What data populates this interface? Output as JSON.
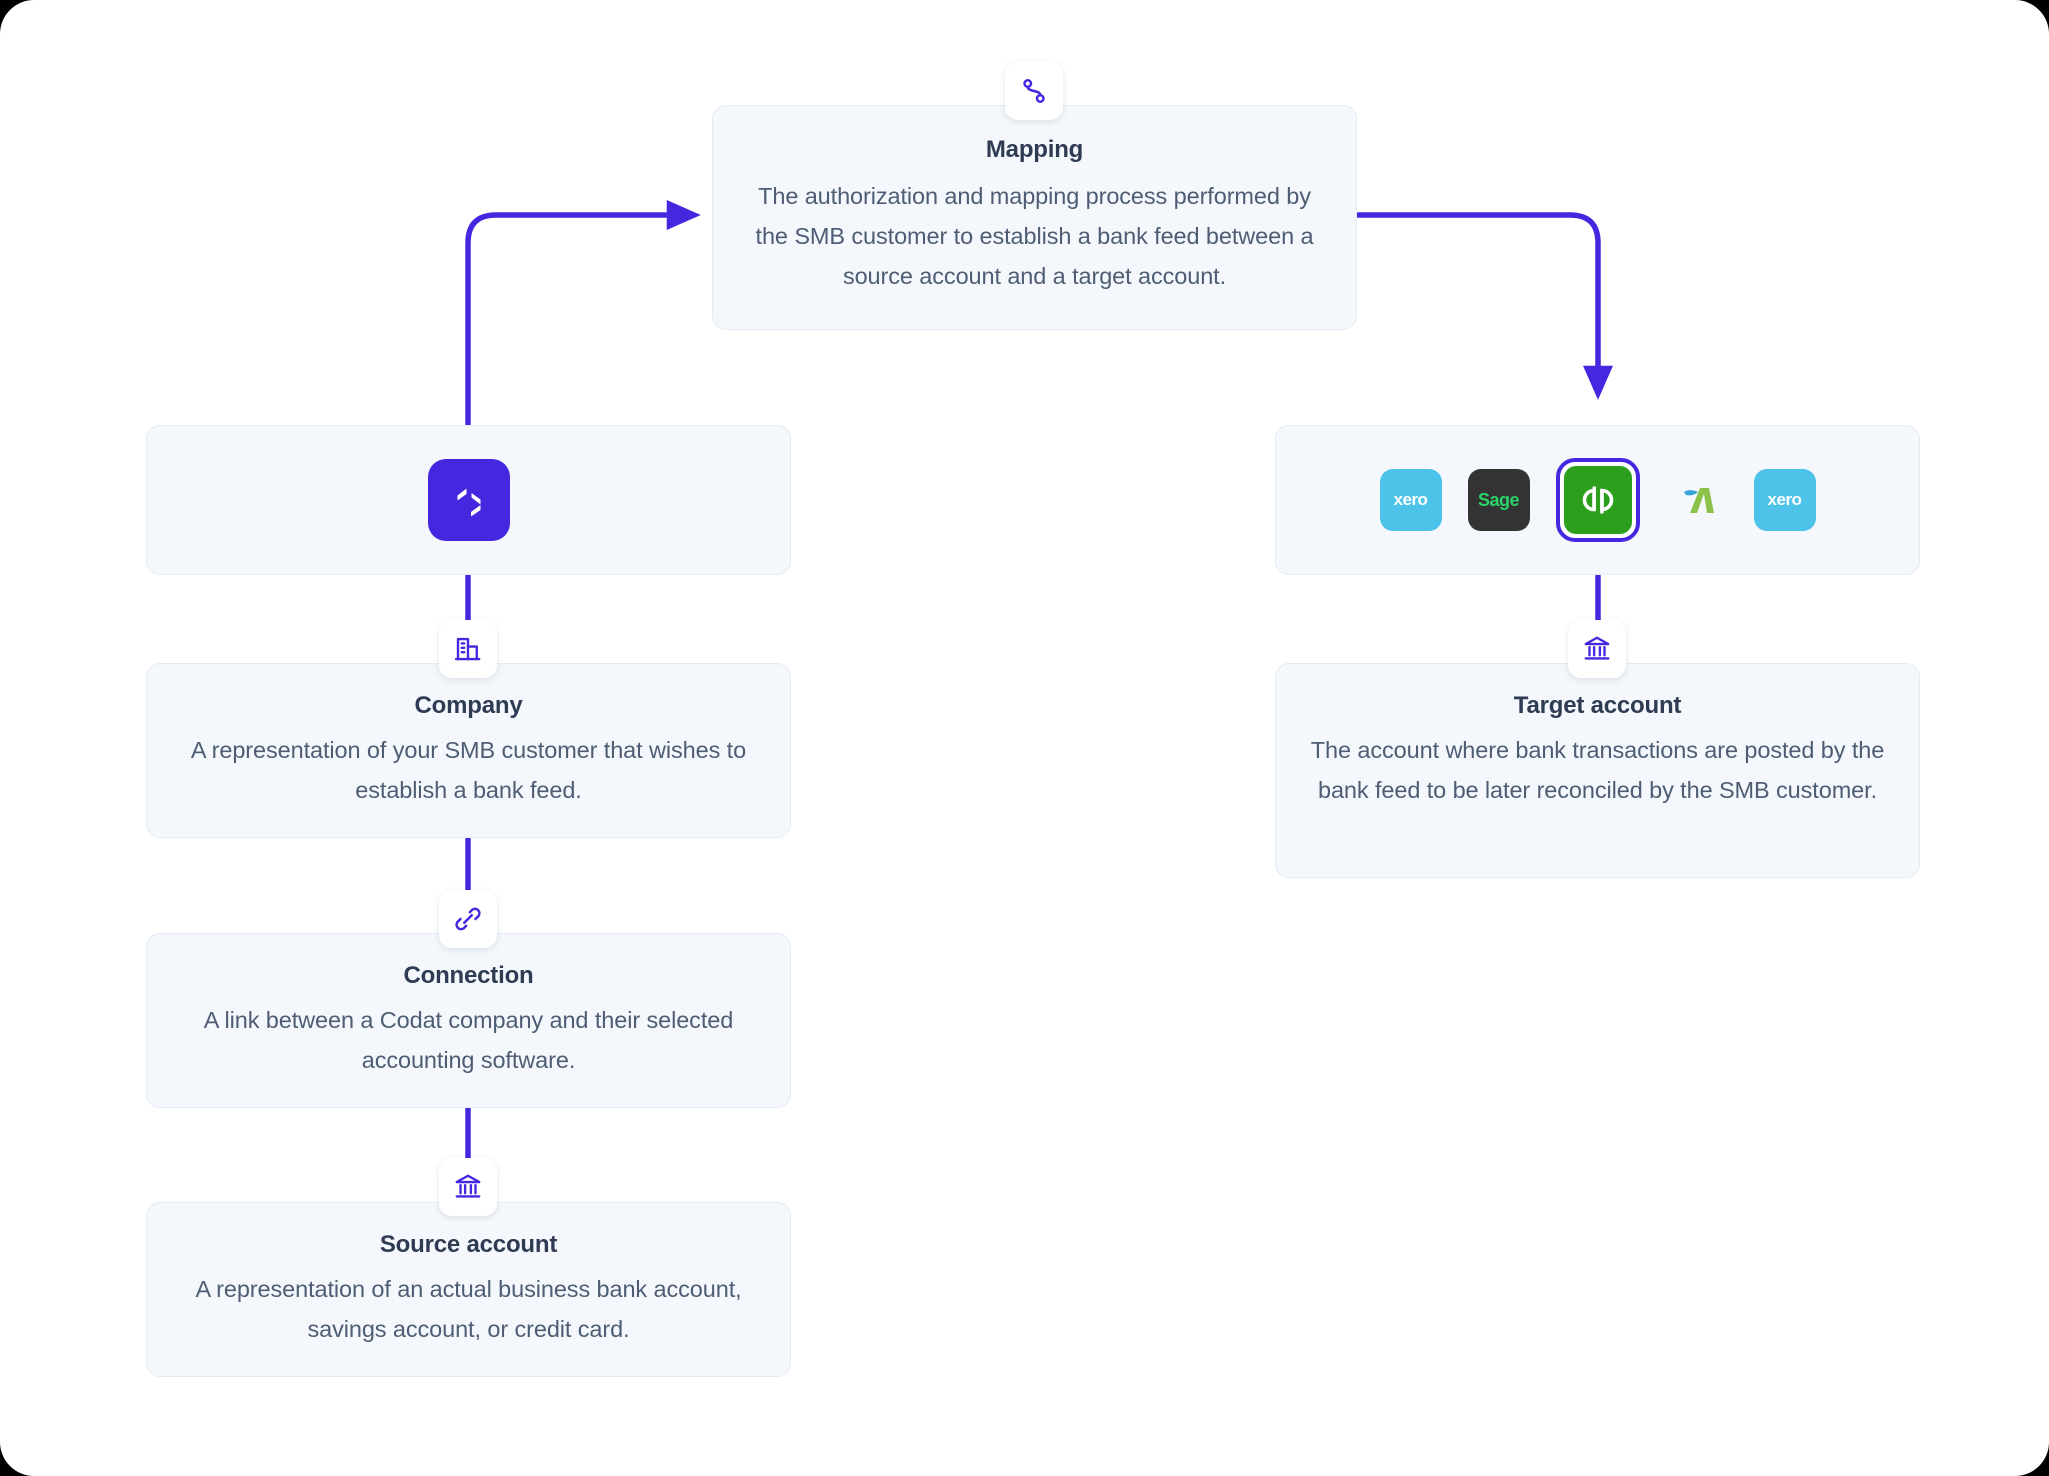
{
  "theme": {
    "accent_purple": "#4527e0",
    "card_bg": "#f4f8fc",
    "card_border": "#e4ebf4",
    "title_color": "#2f3b53",
    "body_color": "#4e5d74",
    "canvas_bg": "#ffffff"
  },
  "nodes": {
    "mapping": {
      "title": "Mapping",
      "description": "The authorization and mapping process performed by the SMB customer to establish a bank feed between a source account and a target account.",
      "icon": "route-icon"
    },
    "codat": {
      "icon": "codat-logo",
      "label": "Codat"
    },
    "company": {
      "title": "Company",
      "description": "A representation of your SMB customer that wishes to establish a bank feed.",
      "icon": "building-icon"
    },
    "connection": {
      "title": "Connection",
      "description": "A link between a Codat company and their selected accounting software.",
      "icon": "link-icon"
    },
    "source_account": {
      "title": "Source account",
      "description": "A representation of an actual business bank account, savings account, or credit card.",
      "icon": "bank-icon"
    },
    "target_account": {
      "title": "Target account",
      "description": "The account where bank transactions are posted by the bank feed to be later reconciled by the SMB customer.",
      "icon": "bank-icon"
    }
  },
  "software_logos": [
    {
      "name": "Xero",
      "icon": "xero-logo",
      "text": "xero",
      "bg": "#4ec3ea",
      "selected": false
    },
    {
      "name": "Sage",
      "icon": "sage-logo",
      "text": "Sage",
      "bg": "#333333",
      "selected": false
    },
    {
      "name": "QuickBooks",
      "icon": "quickbooks-logo",
      "text": "qb",
      "bg": "#2ca01c",
      "selected": true
    },
    {
      "name": "FreeAgent",
      "icon": "freeagent-logo",
      "text": "",
      "bg": "#f4f8fc",
      "selected": false
    },
    {
      "name": "Xero",
      "icon": "xero-logo",
      "text": "xero",
      "bg": "#4ec3ea",
      "selected": false
    }
  ],
  "connectors": [
    {
      "from": "codat",
      "to": "mapping",
      "direction": "up-right",
      "arrow": true
    },
    {
      "from": "mapping",
      "to": "software",
      "direction": "right-down",
      "arrow": true
    },
    {
      "from": "codat",
      "to": "company",
      "direction": "down",
      "arrow": false
    },
    {
      "from": "company",
      "to": "connection",
      "direction": "down",
      "arrow": false
    },
    {
      "from": "connection",
      "to": "source_account",
      "direction": "down",
      "arrow": false
    },
    {
      "from": "software",
      "to": "target_account",
      "direction": "down",
      "arrow": false
    }
  ]
}
